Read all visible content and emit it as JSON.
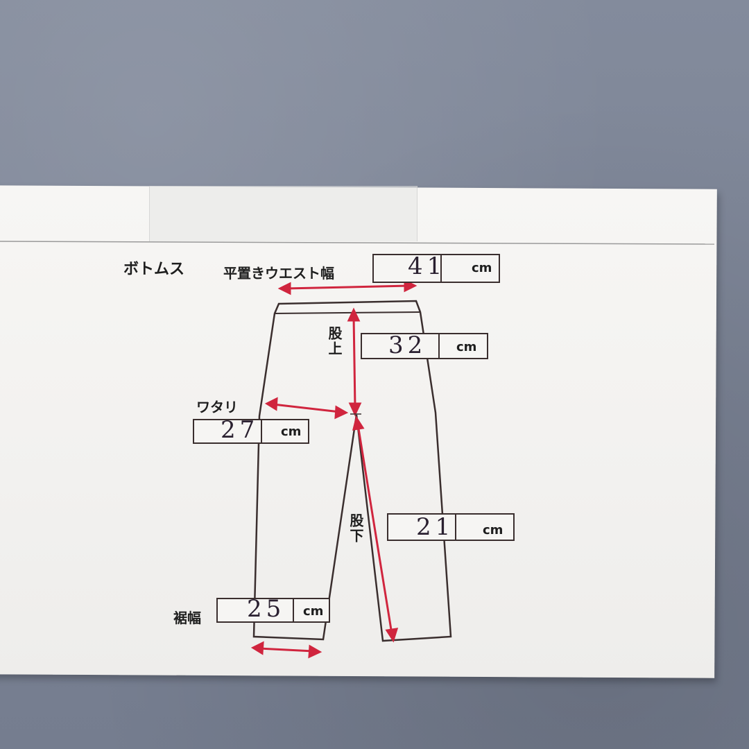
{
  "sheet": {
    "category": "ボトムス",
    "waist": {
      "label": "平置きウエスト幅",
      "value": "41",
      "unit": "cm"
    },
    "rise": {
      "label": "股上",
      "value": "32",
      "unit": "cm"
    },
    "thigh": {
      "label": "ワタリ",
      "value": "27",
      "unit": "cm"
    },
    "inseam": {
      "label": "股下",
      "value": "21",
      "unit": "cm"
    },
    "hem": {
      "label": "裾幅",
      "value": "25",
      "unit": "cm"
    }
  },
  "colors": {
    "arrow": "#d0253e",
    "outline": "#3a2e2e",
    "paper": "#f3f2f0",
    "fabric": "#7d8596"
  }
}
